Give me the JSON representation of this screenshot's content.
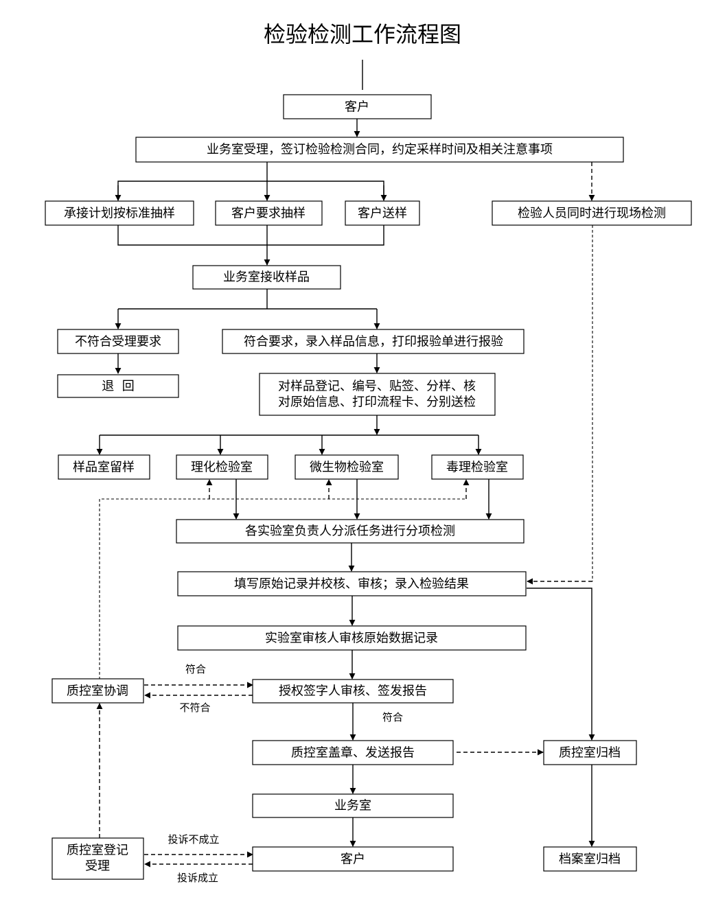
{
  "title": "检验检测工作流程图",
  "nodes": {
    "client_top": "客户",
    "business_accept": "业务室受理，签订检验检测合同，约定采样时间及相关注意事项",
    "plan_sampling": "承接计划按标准抽样",
    "client_request_sampling": "客户要求抽样",
    "client_send_sample": "客户送样",
    "onsite_testing": "检验人员同时进行现场检测",
    "receive_sample": "业务室接收样品",
    "not_meet": "不符合受理要求",
    "meet": "符合要求，录入样品信息，打印报验单进行报验",
    "return": "退  回",
    "register_line1": "对样品登记、编号、贴签、分样、核",
    "register_line2": "对原始信息、打印流程卡、分别送检",
    "sample_retention": "样品室留样",
    "physchem_lab": "理化检验室",
    "micro_lab": "微生物检验室",
    "tox_lab": "毒理检验室",
    "assign_tasks": "各实验室负责人分派任务进行分项检测",
    "fill_records": "填写原始记录并校核、审核；录入检验结果",
    "lab_review": "实验室审核人审核原始数据记录",
    "qc_coordinate": "质控室协调",
    "authorize_sign": "授权签字人审核、签发报告",
    "qc_stamp": "质控室盖章、发送报告",
    "qc_archive": "质控室归档",
    "business_office": "业务室",
    "client_bottom": "客户",
    "archive_room": "档案室归档",
    "qc_register_line1": "质控室登记",
    "qc_register_line2": "受理"
  },
  "edge_labels": {
    "conform_to_sign": "符合",
    "not_conform": "不符合",
    "conform_down": "符合",
    "complaint_invalid": "投诉不成立",
    "complaint_valid": "投诉成立"
  }
}
